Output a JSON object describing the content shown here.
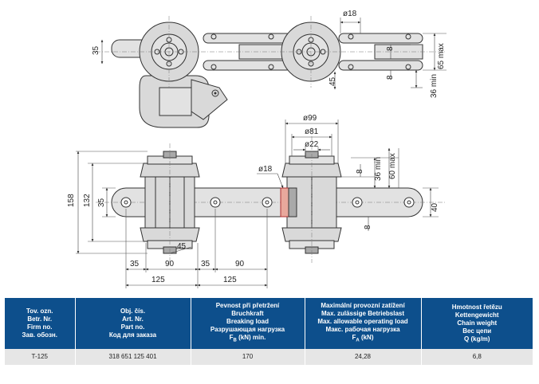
{
  "drawing": {
    "top_view": {
      "dim_18": "ø18",
      "dim_35": "35",
      "dim_45": "45",
      "dim_8_a": "8",
      "dim_8_b": "8",
      "dim_65max": "65 max",
      "dim_36min": "36 min"
    },
    "front_view": {
      "dia_99": "ø99",
      "dia_81": "ø81",
      "dia_22": "ø22",
      "dia_18": "ø18",
      "dim_8_top": "8",
      "dim_36min": "36 min",
      "dim_60max": "60 max",
      "dim_40": "40",
      "dim_8_bottom": "8",
      "dim_158": "158",
      "dim_132": "132",
      "dim_35": "35",
      "dim_45": "45",
      "dim_35_b1": "35",
      "dim_90_b1": "90",
      "dim_35_b2": "35",
      "dim_90_b2": "90",
      "dim_125_a": "125",
      "dim_125_b": "125"
    }
  },
  "table": {
    "header_bg": "#0d4f8c",
    "columns": [
      {
        "lines": [
          "Tov. ozn.",
          "Betr. Nr.",
          "Firm no.",
          "Зав. обозн."
        ]
      },
      {
        "lines": [
          "Obj. čís.",
          "Art. Nr.",
          "Part no.",
          "Код для заказа"
        ]
      },
      {
        "lines": [
          "Pevnost při přetržení",
          "Bruchkraft",
          "Breaking load",
          "Разрушающая нагрузка"
        ],
        "last_prefix": "F",
        "last_sub": "B",
        "last_suffix": " (kN) min."
      },
      {
        "lines": [
          "Maximální provozní zatížení",
          "Max. zulässige Betriebslast",
          "Max. allowable operating load",
          "Макс. рабочая нагрузка"
        ],
        "last_prefix": "F",
        "last_sub": "A",
        "last_suffix": " (kN)"
      },
      {
        "lines": [
          "Hmotnost řetězu",
          "Kettengewicht",
          "Chain weight",
          "Вес цепи",
          "Q (kg/m)"
        ]
      }
    ],
    "row": [
      "T-125",
      "318 651 125 401",
      "170",
      "24,28",
      "6,8"
    ]
  }
}
